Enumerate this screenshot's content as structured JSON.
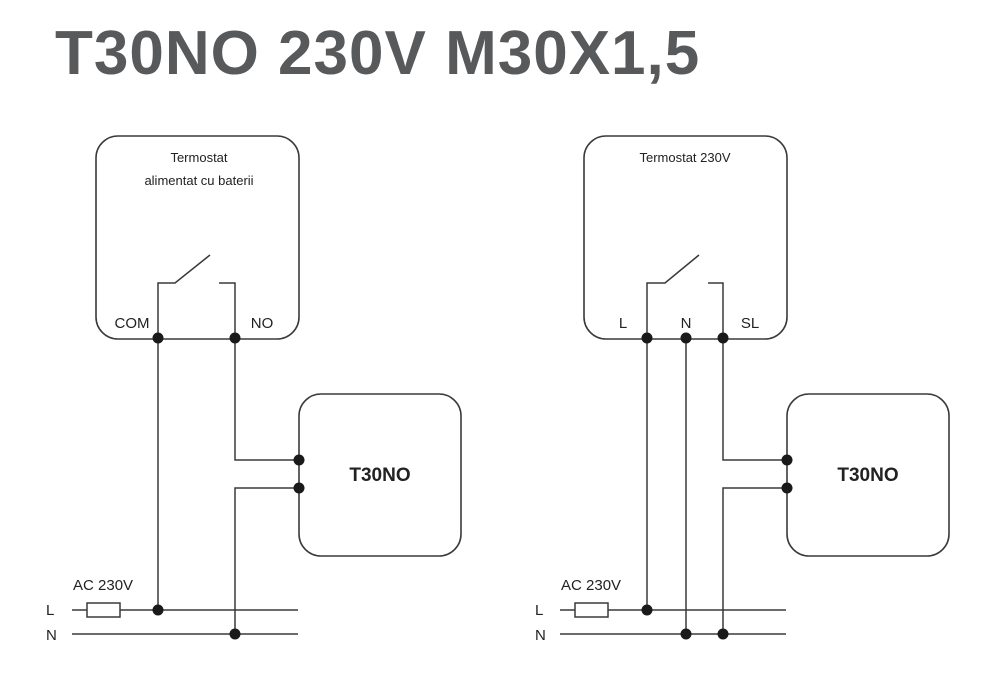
{
  "title": "T30NO 230V M30X1,5",
  "left": {
    "thermostat_label_line1": "Termostat",
    "thermostat_label_line2": "alimentat cu baterii",
    "terminal_com": "COM",
    "terminal_no": "NO",
    "device": "T30NO",
    "supply": "AC 230V",
    "line_l": "L",
    "line_n": "N"
  },
  "right": {
    "thermostat_label": "Termostat 230V",
    "terminal_l": "L",
    "terminal_n": "N",
    "terminal_sl": "SL",
    "device": "T30NO",
    "supply": "AC 230V",
    "line_l": "L",
    "line_n": "N"
  }
}
